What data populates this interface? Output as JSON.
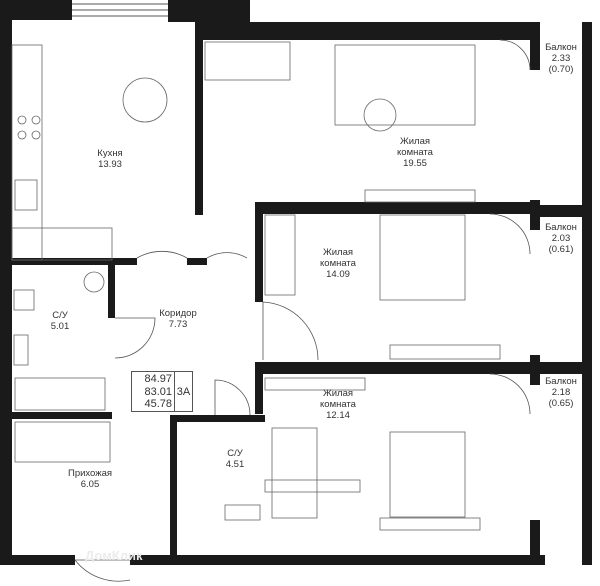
{
  "rooms": [
    {
      "name": "Кухня",
      "area": "13.93"
    },
    {
      "name": "Жилая\nкомната",
      "area": "19.55"
    },
    {
      "name": "Жилая\nкомната",
      "area": "14.09"
    },
    {
      "name": "Жилая\nкомната",
      "area": "12.14"
    },
    {
      "name": "С/У",
      "area": "5.01"
    },
    {
      "name": "Коридор",
      "area": "7.73"
    },
    {
      "name": "С/У",
      "area": "4.51"
    },
    {
      "name": "Прихожая",
      "area": "6.05"
    }
  ],
  "balconies": [
    {
      "name": "Балкон",
      "area": "2.33",
      "area_reduced": "(0.70)"
    },
    {
      "name": "Балкон",
      "area": "2.03",
      "area_reduced": "(0.61)"
    },
    {
      "name": "Балкон",
      "area": "2.18",
      "area_reduced": "(0.65)"
    }
  ],
  "summary": {
    "total": "84.97",
    "total_reduced": "83.01",
    "living": "45.78",
    "type": "3А"
  },
  "watermark": "ДомКлик",
  "colors": {
    "wall": "#1a1a1a",
    "line": "#555555"
  }
}
